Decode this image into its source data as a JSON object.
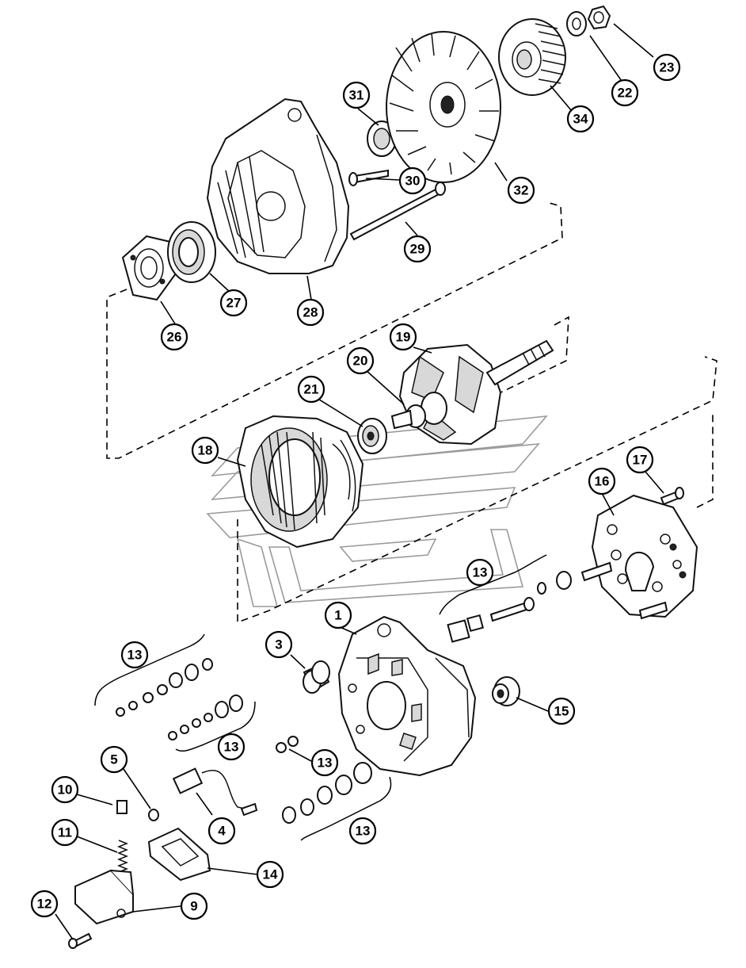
{
  "callouts": [
    {
      "id": "c1",
      "label": "1"
    },
    {
      "id": "c3",
      "label": "3"
    },
    {
      "id": "c4",
      "label": "4"
    },
    {
      "id": "c5",
      "label": "5"
    },
    {
      "id": "c9",
      "label": "9"
    },
    {
      "id": "c10",
      "label": "10"
    },
    {
      "id": "c11",
      "label": "11"
    },
    {
      "id": "c12",
      "label": "12"
    },
    {
      "id": "c13a",
      "label": "13"
    },
    {
      "id": "c13b",
      "label": "13"
    },
    {
      "id": "c13c",
      "label": "13"
    },
    {
      "id": "c13d",
      "label": "13"
    },
    {
      "id": "c13e",
      "label": "13"
    },
    {
      "id": "c14",
      "label": "14"
    },
    {
      "id": "c15",
      "label": "15"
    },
    {
      "id": "c16",
      "label": "16"
    },
    {
      "id": "c17",
      "label": "17"
    },
    {
      "id": "c18",
      "label": "18"
    },
    {
      "id": "c19",
      "label": "19"
    },
    {
      "id": "c20",
      "label": "20"
    },
    {
      "id": "c21",
      "label": "21"
    },
    {
      "id": "c22",
      "label": "22"
    },
    {
      "id": "c23",
      "label": "23"
    },
    {
      "id": "c26",
      "label": "26"
    },
    {
      "id": "c27",
      "label": "27"
    },
    {
      "id": "c28",
      "label": "28"
    },
    {
      "id": "c29",
      "label": "29"
    },
    {
      "id": "c30",
      "label": "30"
    },
    {
      "id": "c31",
      "label": "31"
    },
    {
      "id": "c32",
      "label": "32"
    },
    {
      "id": "c34",
      "label": "34"
    }
  ]
}
